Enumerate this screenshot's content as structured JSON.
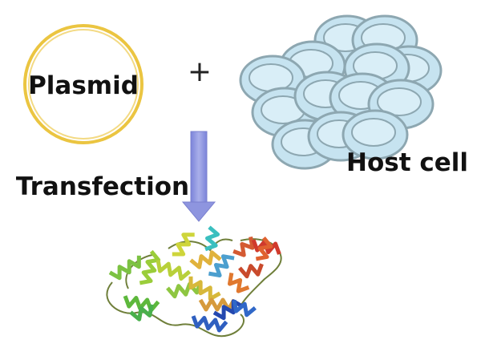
{
  "plasmid": {
    "label": "Plasmid",
    "ring_color": "#EBC541"
  },
  "operator": {
    "symbol": "+"
  },
  "host_cell": {
    "label": "Host cell",
    "fill_color": "#C6E3F0",
    "stroke_color": "#8DA7B1"
  },
  "process": {
    "label": "Transfection",
    "arrow_color": "#8E95DF"
  },
  "protein": {
    "icon": "protein-ribbon-structure"
  }
}
